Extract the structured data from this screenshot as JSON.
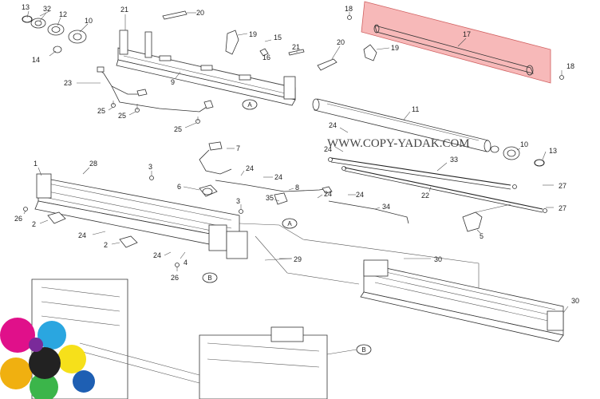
{
  "watermark": "WWW.COPY-YADAK.COM",
  "highlight_color": "#f7b9b9",
  "ref_markers": [
    "A",
    "A",
    "B",
    "B"
  ],
  "callouts": [
    {
      "id": "c13a",
      "text": "13"
    },
    {
      "id": "c32",
      "text": "32"
    },
    {
      "id": "c12",
      "text": "12"
    },
    {
      "id": "c10a",
      "text": "10"
    },
    {
      "id": "c14",
      "text": "14"
    },
    {
      "id": "c21a",
      "text": "21"
    },
    {
      "id": "c20a",
      "text": "20"
    },
    {
      "id": "c18a",
      "text": "18"
    },
    {
      "id": "c19a",
      "text": "19"
    },
    {
      "id": "c15",
      "text": "15"
    },
    {
      "id": "c16",
      "text": "16"
    },
    {
      "id": "c21b",
      "text": "21"
    },
    {
      "id": "c20b",
      "text": "20"
    },
    {
      "id": "c19b",
      "text": "19"
    },
    {
      "id": "c9",
      "text": "9"
    },
    {
      "id": "c23",
      "text": "23"
    },
    {
      "id": "c25a",
      "text": "25"
    },
    {
      "id": "c25b",
      "text": "25"
    },
    {
      "id": "c25c",
      "text": "25"
    },
    {
      "id": "c17",
      "text": "17"
    },
    {
      "id": "c18b",
      "text": "18"
    },
    {
      "id": "c18c",
      "text": "18"
    },
    {
      "id": "c11",
      "text": "11"
    },
    {
      "id": "c24a",
      "text": "24"
    },
    {
      "id": "c24b",
      "text": "24"
    },
    {
      "id": "c10b",
      "text": "10"
    },
    {
      "id": "c13b",
      "text": "13"
    },
    {
      "id": "c33",
      "text": "33"
    },
    {
      "id": "c22",
      "text": "22"
    },
    {
      "id": "c27a",
      "text": "27"
    },
    {
      "id": "c27b",
      "text": "27"
    },
    {
      "id": "c7",
      "text": "7"
    },
    {
      "id": "c1",
      "text": "1"
    },
    {
      "id": "c28",
      "text": "28"
    },
    {
      "id": "c3a",
      "text": "3"
    },
    {
      "id": "c24c",
      "text": "24"
    },
    {
      "id": "c24d",
      "text": "24"
    },
    {
      "id": "c6",
      "text": "6"
    },
    {
      "id": "c8",
      "text": "8"
    },
    {
      "id": "c24e",
      "text": "24"
    },
    {
      "id": "c3b",
      "text": "3"
    },
    {
      "id": "c35",
      "text": "35"
    },
    {
      "id": "c24f",
      "text": "24"
    },
    {
      "id": "c34",
      "text": "34"
    },
    {
      "id": "c26a",
      "text": "26"
    },
    {
      "id": "c2a",
      "text": "2"
    },
    {
      "id": "c24g",
      "text": "24"
    },
    {
      "id": "c2b",
      "text": "2"
    },
    {
      "id": "c24h",
      "text": "24"
    },
    {
      "id": "c4",
      "text": "4"
    },
    {
      "id": "c26b",
      "text": "26"
    },
    {
      "id": "c5",
      "text": "5"
    },
    {
      "id": "c29",
      "text": "29"
    },
    {
      "id": "c30a",
      "text": "30"
    },
    {
      "id": "c30b",
      "text": "30"
    }
  ]
}
